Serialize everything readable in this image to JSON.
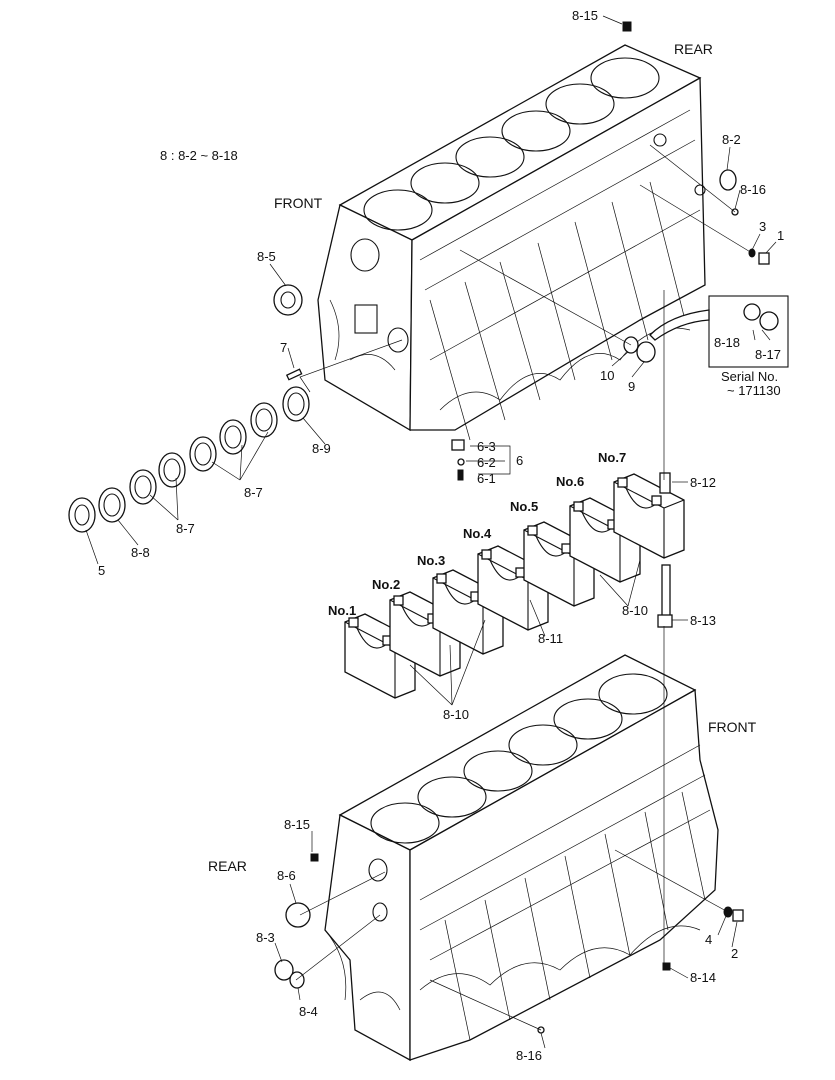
{
  "labels": {
    "l8_15_top": "8-15",
    "rear_top": "REAR",
    "note": "8  : 8-2 ~ 8-18",
    "l8_2": "8-2",
    "l8_16_top": "8-16",
    "front_top": "FRONT",
    "l3": "3",
    "l1": "1",
    "l8_5": "8-5",
    "l8_18": "8-18",
    "l8_17": "8-17",
    "serial_line1": "Serial No.",
    "serial_line2": "~ 171130",
    "l7": "7",
    "l10": "10",
    "l9": "9",
    "l8_9": "8-9",
    "l6_3": "6-3",
    "l6_2": "6-2",
    "l6": "6",
    "l6_1": "6-1",
    "no7": "No.7",
    "l8_12": "8-12",
    "no6": "No.6",
    "no5": "No.5",
    "no4": "No.4",
    "l8_7a": "8-7",
    "l8_7b": "8-7",
    "l5": "5",
    "l8_8": "8-8",
    "no3": "No.3",
    "no2": "No.2",
    "no1": "No.1",
    "l8_10a": "8-10",
    "l8_13": "8-13",
    "l8_11": "8-11",
    "l8_10b": "8-10",
    "front_bottom": "FRONT",
    "l8_15_bottom": "8-15",
    "rear_bottom": "REAR",
    "l8_6": "8-6",
    "l8_3": "8-3",
    "l8_4": "8-4",
    "l4": "4",
    "l2": "2",
    "l8_14": "8-14",
    "l8_16_bottom": "8-16"
  }
}
